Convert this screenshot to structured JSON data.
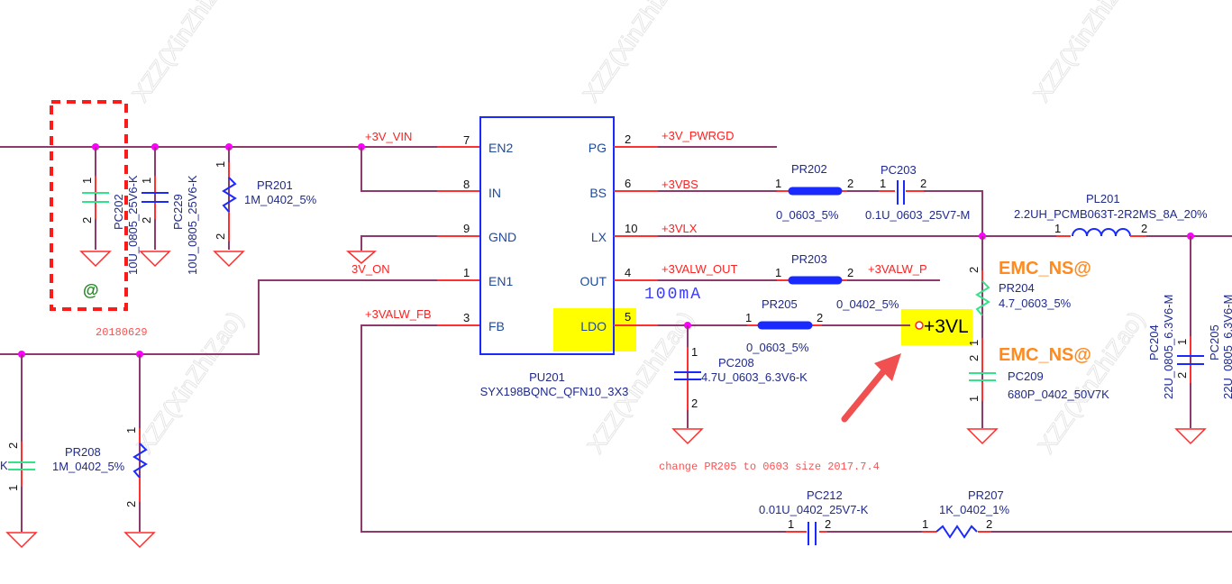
{
  "watermark": "XZZ(XinZhiZao)",
  "ic": {
    "ref": "PU201",
    "part": "SYX198BQNC_QFN10_3X3",
    "pins_left": [
      {
        "num": "7",
        "name": "EN2",
        "net": "+3V_VIN"
      },
      {
        "num": "8",
        "name": "IN",
        "net": ""
      },
      {
        "num": "9",
        "name": "GND",
        "net": ""
      },
      {
        "num": "1",
        "name": "EN1",
        "net": "3V_ON"
      },
      {
        "num": "3",
        "name": "FB",
        "net": "+3VALW_FB"
      }
    ],
    "pins_right": [
      {
        "num": "2",
        "name": "PG",
        "net": "+3V_PWRGD"
      },
      {
        "num": "6",
        "name": "BS",
        "net": "+3VBS"
      },
      {
        "num": "10",
        "name": "LX",
        "net": "+3VLX"
      },
      {
        "num": "4",
        "name": "OUT",
        "net": "+3VALW_OUT"
      },
      {
        "num": "5",
        "name": "LDO",
        "net": ""
      }
    ]
  },
  "components": {
    "pc202": {
      "ref": "PC202",
      "value": "10U_0805_25V6-K",
      "pin1": "1",
      "pin2": "2"
    },
    "pc229": {
      "ref": "PC229",
      "value": "10U_0805_25V6-K",
      "pin1": "1",
      "pin2": "2"
    },
    "pr201": {
      "ref": "PR201",
      "value": "1M_0402_5%",
      "pin1": "1",
      "pin2": "2"
    },
    "pr202": {
      "ref": "PR202",
      "value": "0_0603_5%",
      "pin1": "1",
      "pin2": "2"
    },
    "pc203": {
      "ref": "PC203",
      "value": "0.1U_0603_25V7-M",
      "pin1": "1",
      "pin2": "2"
    },
    "pl201": {
      "ref": "PL201",
      "value": "2.2UH_PCMB063T-2R2MS_8A_20%",
      "pin1": "1",
      "pin2": "2"
    },
    "pr203": {
      "ref": "PR203",
      "value": "0_0402_5%",
      "pin1": "1",
      "pin2": "2"
    },
    "pr205": {
      "ref": "PR205",
      "value": "0_0603_5%",
      "pin1": "1",
      "pin2": "2"
    },
    "pc208": {
      "ref": "PC208",
      "value": "4.7U_0603_6.3V6-K",
      "pin1": "1",
      "pin2": "2"
    },
    "pr204": {
      "ref": "PR204",
      "value": "4.7_0603_5%",
      "pin1": "1",
      "pin2": "2"
    },
    "pc209": {
      "ref": "PC209",
      "value": "680P_0402_50V7K",
      "pin1": "1",
      "pin2": "2"
    },
    "pc204": {
      "ref": "PC204",
      "value": "22U_0805_6.3V6-M",
      "pin1": "1",
      "pin2": "2"
    },
    "pc205": {
      "ref": "PC205",
      "value": "22U_0805_6.3V6-M"
    },
    "pr208": {
      "ref": "PR208",
      "value": "1M_0402_5%",
      "pin1": "1",
      "pin2": "2"
    },
    "pc_left": {
      "value_suffix": "K",
      "pin1": "1",
      "pin2": "2"
    },
    "pc212": {
      "ref": "PC212",
      "value": "0.01U_0402_25V7-K",
      "pin1": "1",
      "pin2": "2"
    },
    "pr207": {
      "ref": "PR207",
      "value": "1K_0402_1%",
      "pin1": "1",
      "pin2": "2"
    }
  },
  "nets": {
    "vin": "+3V_VIN",
    "valw_p": "+3VALW_P",
    "vl": "+3VL"
  },
  "annotations": {
    "at_sign": "@",
    "date": "20180629",
    "current": "100mA",
    "emc1": "EMC_NS@",
    "emc2": "EMC_NS@",
    "change_note": "change PR205 to 0603 size 2017.7.4"
  },
  "colors": {
    "wire": "#8e3a6a",
    "pin": "#ff3030",
    "junction": "#ff00ff",
    "highlight": "#ffff00",
    "arrow": "#f05050",
    "dashed_box": "#ff1a1a",
    "emc_label": "#ff8a1f"
  }
}
